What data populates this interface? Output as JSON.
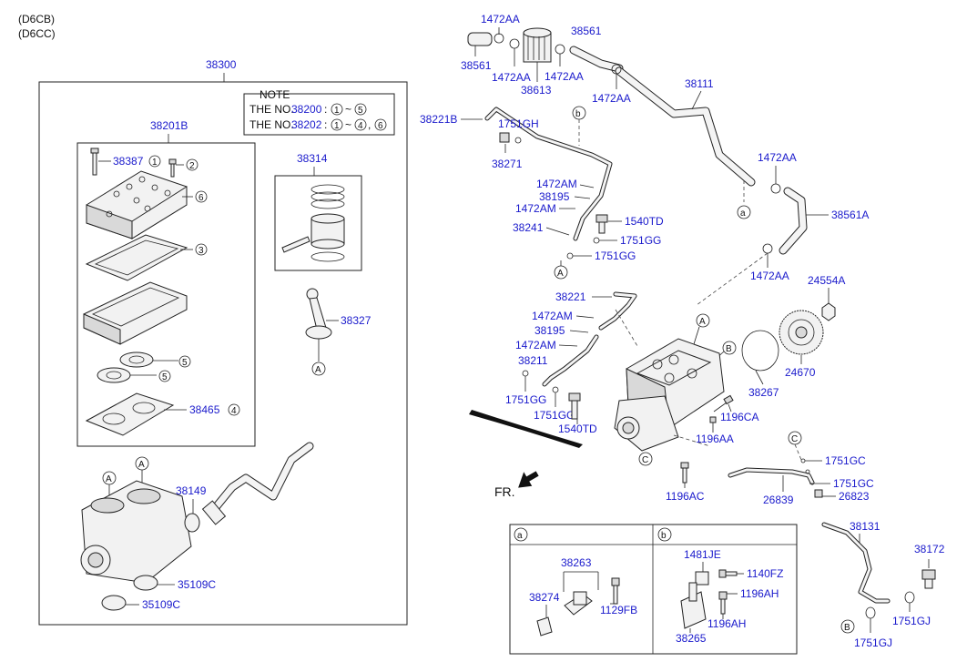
{
  "header": {
    "variant1": "(D6CB)",
    "variant2": "(D6CC)"
  },
  "left_assembly": {
    "title": "38300",
    "note": {
      "heading": "NOTE",
      "line1_prefix": "THE NO.",
      "line1_part": "38200",
      "line1_range": "~",
      "line2_prefix": "THE NO.",
      "line2_part": "38202",
      "line2_range": "~",
      "line2_sep": ","
    },
    "sub_title": "38201B",
    "callouts": {
      "c1": "1",
      "c2": "2",
      "c3": "3",
      "c4": "4",
      "c5": "5",
      "c6": "6"
    },
    "labels": {
      "l38387": "38387",
      "l38314": "38314",
      "l38327": "38327",
      "l38465": "38465",
      "l38149": "38149",
      "l35109c_a": "35109C",
      "l35109c_b": "35109C"
    }
  },
  "right_assembly": {
    "labels": {
      "l1472aa_1": "1472AA",
      "l38561_top": "38561",
      "l38561_left": "38561",
      "l1472aa_2": "1472AA",
      "l1472aa_3": "1472AA",
      "l38613": "38613",
      "l1472aa_4": "1472AA",
      "l38111": "38111",
      "l38221b": "38221B",
      "l1751gh": "1751GH",
      "l38271": "38271",
      "l1472am_1": "1472AM",
      "l38195_1": "38195",
      "l1472am_2": "1472AM",
      "l1540td_1": "1540TD",
      "l38241": "38241",
      "l1751gg_1": "1751GG",
      "l1751gg_2": "1751GG",
      "l1472aa_5": "1472AA",
      "l38561a": "38561A",
      "l1472aa_6": "1472AA",
      "l24554a": "24554A",
      "l38221": "38221",
      "l1472am_3": "1472AM",
      "l38195_2": "38195",
      "l1472am_4": "1472AM",
      "l38211": "38211",
      "l1751gg_3": "1751GG",
      "l1751gg_4": "1751GG",
      "l1540td_2": "1540TD",
      "l24670": "24670",
      "l38267": "38267",
      "l1196ca": "1196CA",
      "l1196aa": "1196AA",
      "l1751gc_1": "1751GC",
      "l1751gc_2": "1751GC",
      "l1196ac": "1196AC",
      "l26839": "26839",
      "l26823": "26823",
      "l38131": "38131",
      "l38172": "38172",
      "l1751gj_1": "1751GJ",
      "l1751gj_2": "1751GJ"
    },
    "front_marker": "FR."
  },
  "detail_box": {
    "panel_a": "a",
    "panel_b": "b",
    "labels": {
      "l38263": "38263",
      "l38274": "38274",
      "l1129fb": "1129FB",
      "l1481je": "1481JE",
      "l1140fz": "1140FZ",
      "l1196ah_1": "1196AH",
      "l1196ah_2": "1196AH",
      "l38265": "38265"
    }
  },
  "ref_markers": {
    "A": "A",
    "B": "B",
    "C": "C",
    "a": "a",
    "b": "b"
  },
  "colors": {
    "part_label": "#1a1acc",
    "line": "#222222",
    "background": "#ffffff"
  }
}
